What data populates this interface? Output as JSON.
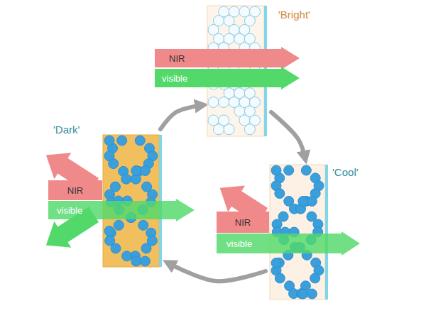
{
  "diagram": {
    "nodes": [
      {
        "text": [
          "'Bright'"
        ]
      },
      {
        "text": [
          "NIR"
        ]
      },
      {
        "text": [
          "visible"
        ]
      },
      {
        "text": [
          "'Dark'"
        ]
      },
      {
        "text": [
          "NIR"
        ]
      },
      {
        "text": [
          "visible"
        ]
      },
      {
        "text": [
          "'Cool'"
        ]
      },
      {
        "text": [
          "NIR"
        ]
      },
      {
        "text": [
          "visible"
        ]
      }
    ],
    "edges": [
      {
        "from": 3,
        "to": 0,
        "arrow": "to"
      },
      {
        "from": 0,
        "to": 6,
        "arrow": "to"
      },
      {
        "from": 6,
        "to": 3,
        "arrow": "to"
      }
    ]
  }
}
